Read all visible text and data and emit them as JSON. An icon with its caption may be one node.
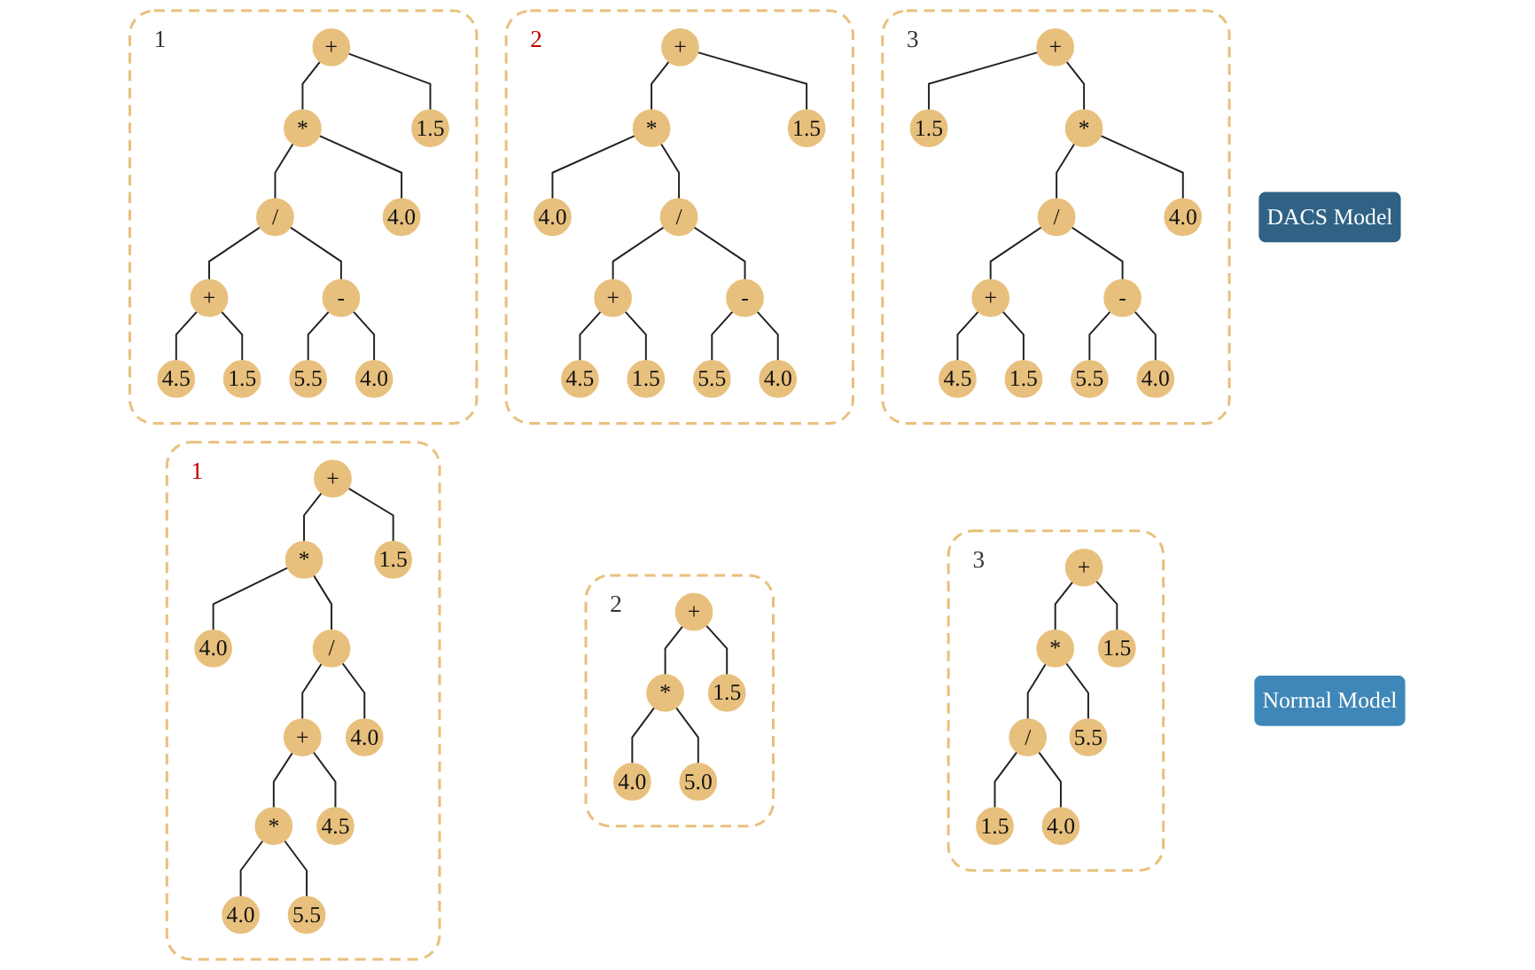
{
  "diagram": {
    "nodes": [
      {
        "text": [
          "1"
        ]
      },
      {
        "text": [
          "+"
        ],
        "in": 0
      },
      {
        "text": [
          "*"
        ],
        "in": 0
      },
      {
        "text": [
          "1.5"
        ],
        "in": 0
      },
      {
        "text": [
          "/"
        ],
        "in": 0
      },
      {
        "text": [
          "4.0"
        ],
        "in": 0
      },
      {
        "text": [
          "+"
        ],
        "in": 0
      },
      {
        "text": [
          "-"
        ],
        "in": 0
      },
      {
        "text": [
          "4.5"
        ],
        "in": 0
      },
      {
        "text": [
          "1.5"
        ],
        "in": 0
      },
      {
        "text": [
          "5.5"
        ],
        "in": 0
      },
      {
        "text": [
          "4.0"
        ],
        "in": 0
      },
      {
        "text": [
          "2"
        ]
      },
      {
        "text": [
          "+"
        ],
        "in": 12
      },
      {
        "text": [
          "*"
        ],
        "in": 12
      },
      {
        "text": [
          "1.5"
        ],
        "in": 12
      },
      {
        "text": [
          "4.0"
        ],
        "in": 12
      },
      {
        "text": [
          "/"
        ],
        "in": 12
      },
      {
        "text": [
          "+"
        ],
        "in": 12
      },
      {
        "text": [
          "-"
        ],
        "in": 12
      },
      {
        "text": [
          "4.5"
        ],
        "in": 12
      },
      {
        "text": [
          "1.5"
        ],
        "in": 12
      },
      {
        "text": [
          "5.5"
        ],
        "in": 12
      },
      {
        "text": [
          "4.0"
        ],
        "in": 12
      },
      {
        "text": [
          "3"
        ]
      },
      {
        "text": [
          "+"
        ],
        "in": 24
      },
      {
        "text": [
          "1.5"
        ],
        "in": 24
      },
      {
        "text": [
          "*"
        ],
        "in": 24
      },
      {
        "text": [
          "/"
        ],
        "in": 24
      },
      {
        "text": [
          "4.0"
        ],
        "in": 24
      },
      {
        "text": [
          "+"
        ],
        "in": 24
      },
      {
        "text": [
          "-"
        ],
        "in": 24
      },
      {
        "text": [
          "4.5"
        ],
        "in": 24
      },
      {
        "text": [
          "1.5"
        ],
        "in": 24
      },
      {
        "text": [
          "5.5"
        ],
        "in": 24
      },
      {
        "text": [
          "4.0"
        ],
        "in": 24
      },
      {
        "text": [
          "DACS Model"
        ]
      },
      {
        "text": [
          "1"
        ]
      },
      {
        "text": [
          "+"
        ],
        "in": 37
      },
      {
        "text": [
          "*"
        ],
        "in": 37
      },
      {
        "text": [
          "1.5"
        ],
        "in": 37
      },
      {
        "text": [
          "4.0"
        ],
        "in": 37
      },
      {
        "text": [
          "/"
        ],
        "in": 37
      },
      {
        "text": [
          "+"
        ],
        "in": 37
      },
      {
        "text": [
          "4.0"
        ],
        "in": 37
      },
      {
        "text": [
          "*"
        ],
        "in": 37
      },
      {
        "text": [
          "4.5"
        ],
        "in": 37
      },
      {
        "text": [
          "4.0"
        ],
        "in": 37
      },
      {
        "text": [
          "5.5"
        ],
        "in": 37
      },
      {
        "text": [
          "2"
        ]
      },
      {
        "text": [
          "+"
        ],
        "in": 49
      },
      {
        "text": [
          "*"
        ],
        "in": 49
      },
      {
        "text": [
          "1.5"
        ],
        "in": 49
      },
      {
        "text": [
          "4.0"
        ],
        "in": 49
      },
      {
        "text": [
          "5.0"
        ],
        "in": 49
      },
      {
        "text": [
          "3"
        ]
      },
      {
        "text": [
          "+"
        ],
        "in": 55
      },
      {
        "text": [
          "*"
        ],
        "in": 55
      },
      {
        "text": [
          "1.5"
        ],
        "in": 55
      },
      {
        "text": [
          "/"
        ],
        "in": 55
      },
      {
        "text": [
          "5.5"
        ],
        "in": 55
      },
      {
        "text": [
          "1.5"
        ],
        "in": 55
      },
      {
        "text": [
          "4.0"
        ],
        "in": 55
      },
      {
        "text": [
          "Normal Model"
        ]
      }
    ],
    "edges": [
      {
        "from": 1,
        "to": 2,
        "arrow": "none"
      },
      {
        "from": 1,
        "to": 3,
        "arrow": "none"
      },
      {
        "from": 2,
        "to": 4,
        "arrow": "none"
      },
      {
        "from": 2,
        "to": 5,
        "arrow": "none"
      },
      {
        "from": 4,
        "to": 6,
        "arrow": "none"
      },
      {
        "from": 4,
        "to": 7,
        "arrow": "none"
      },
      {
        "from": 6,
        "to": 8,
        "arrow": "none"
      },
      {
        "from": 6,
        "to": 9,
        "arrow": "none"
      },
      {
        "from": 7,
        "to": 10,
        "arrow": "none"
      },
      {
        "from": 7,
        "to": 11,
        "arrow": "none"
      },
      {
        "from": 13,
        "to": 14,
        "arrow": "none"
      },
      {
        "from": 13,
        "to": 15,
        "arrow": "none"
      },
      {
        "from": 14,
        "to": 16,
        "arrow": "none"
      },
      {
        "from": 14,
        "to": 17,
        "arrow": "none"
      },
      {
        "from": 17,
        "to": 18,
        "arrow": "none"
      },
      {
        "from": 17,
        "to": 19,
        "arrow": "none"
      },
      {
        "from": 18,
        "to": 20,
        "arrow": "none"
      },
      {
        "from": 18,
        "to": 21,
        "arrow": "none"
      },
      {
        "from": 19,
        "to": 22,
        "arrow": "none"
      },
      {
        "from": 19,
        "to": 23,
        "arrow": "none"
      },
      {
        "from": 25,
        "to": 26,
        "arrow": "none"
      },
      {
        "from": 25,
        "to": 27,
        "arrow": "none"
      },
      {
        "from": 27,
        "to": 28,
        "arrow": "none"
      },
      {
        "from": 27,
        "to": 29,
        "arrow": "none"
      },
      {
        "from": 28,
        "to": 30,
        "arrow": "none"
      },
      {
        "from": 28,
        "to": 31,
        "arrow": "none"
      },
      {
        "from": 30,
        "to": 32,
        "arrow": "none"
      },
      {
        "from": 30,
        "to": 33,
        "arrow": "none"
      },
      {
        "from": 31,
        "to": 34,
        "arrow": "none"
      },
      {
        "from": 31,
        "to": 35,
        "arrow": "none"
      },
      {
        "from": 38,
        "to": 39,
        "arrow": "none"
      },
      {
        "from": 38,
        "to": 40,
        "arrow": "none"
      },
      {
        "from": 39,
        "to": 41,
        "arrow": "none"
      },
      {
        "from": 39,
        "to": 42,
        "arrow": "none"
      },
      {
        "from": 42,
        "to": 43,
        "arrow": "none"
      },
      {
        "from": 42,
        "to": 44,
        "arrow": "none"
      },
      {
        "from": 43,
        "to": 45,
        "arrow": "none"
      },
      {
        "from": 43,
        "to": 46,
        "arrow": "none"
      },
      {
        "from": 45,
        "to": 47,
        "arrow": "none"
      },
      {
        "from": 45,
        "to": 48,
        "arrow": "none"
      },
      {
        "from": 50,
        "to": 51,
        "arrow": "none"
      },
      {
        "from": 50,
        "to": 52,
        "arrow": "none"
      },
      {
        "from": 51,
        "to": 53,
        "arrow": "none"
      },
      {
        "from": 51,
        "to": 54,
        "arrow": "none"
      },
      {
        "from": 56,
        "to": 57,
        "arrow": "none"
      },
      {
        "from": 56,
        "to": 58,
        "arrow": "none"
      },
      {
        "from": 57,
        "to": 59,
        "arrow": "none"
      },
      {
        "from": 57,
        "to": 60,
        "arrow": "none"
      },
      {
        "from": 59,
        "to": 61,
        "arrow": "none"
      },
      {
        "from": 59,
        "to": 62,
        "arrow": "none"
      }
    ]
  }
}
